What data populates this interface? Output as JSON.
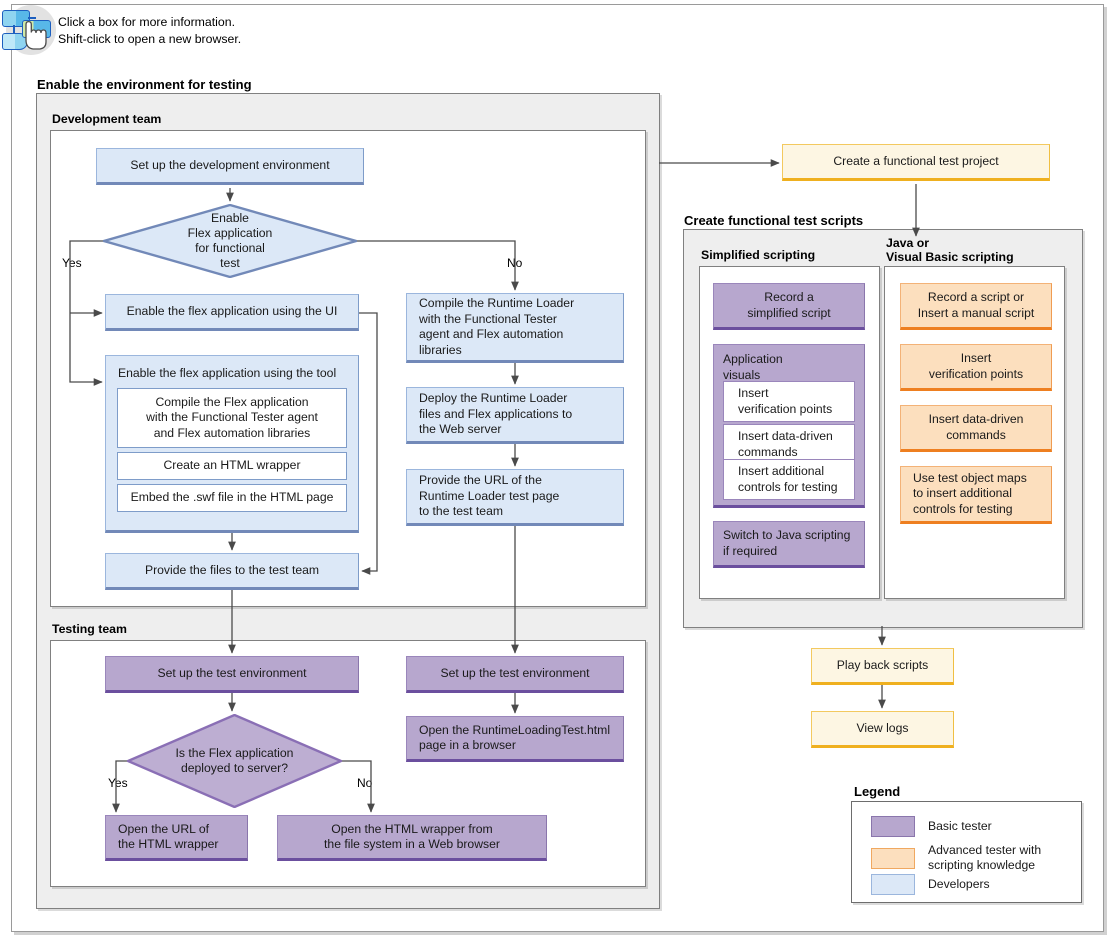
{
  "hint": {
    "icon": "flowchart-click-icon",
    "line1": "Click a box for more information.",
    "line2": "Shift-click to open a new browser."
  },
  "sections": {
    "enable_env": {
      "title": "Enable the environment for testing",
      "dev_team": {
        "title": "Development team"
      },
      "test_team": {
        "title": "Testing team"
      }
    },
    "create_scripts": {
      "title": "Create functional test scripts",
      "simplified": {
        "title": "Simplified scripting"
      },
      "java_vb": {
        "title_line1": "Java or",
        "title_line2": "Visual Basic scripting"
      }
    }
  },
  "nodes": {
    "setup_dev_env": "Set up the development environment",
    "decision_enable_flex": "Enable\nFlex application\nfor functional\ntest",
    "enable_ui": "Enable the flex application using the UI",
    "enable_tool": "Enable the flex application using the tool",
    "compile_flex": "Compile the Flex application\nwith the Functional Tester agent\nand Flex automation libraries",
    "create_wrapper": "Create an HTML wrapper",
    "embed_swf": "Embed the .swf file in the HTML page",
    "provide_files": "Provide the files to the test team",
    "compile_runtime_loader": "Compile the Runtime Loader\nwith the Functional Tester\nagent and Flex automation\nlibraries",
    "deploy_runtime_loader": "Deploy the Runtime Loader\nfiles and Flex applications to\nthe Web server",
    "provide_url": "Provide the URL of the\nRuntime Loader test page\nto the test team",
    "setup_test_env_left": "Set up the test environment",
    "setup_test_env_right": "Set up the test environment",
    "decision_deployed": "Is the Flex application\ndeployed to server?",
    "open_url_wrapper": "Open the URL of\nthe HTML wrapper",
    "open_wrapper_fs": "Open the HTML wrapper from\nthe file system in a Web browser",
    "open_runtime_html": "Open the RuntimeLoadingTest.html\npage in a browser",
    "create_project": "Create a functional test project",
    "record_simplified": "Record a\nsimplified script",
    "application_visuals": "Application\nvisuals",
    "insert_vp_simple": "Insert\nverification points",
    "insert_ddc_simple": "Insert data-driven\ncommands",
    "insert_controls_simple": "Insert additional\ncontrols for testing",
    "switch_java": "Switch to Java scripting\nif required",
    "record_or_manual": "Record a script or\nInsert a manual script",
    "insert_vp_java": "Insert\nverification points",
    "insert_ddc_java": "Insert data-driven\ncommands",
    "test_object_maps": "Use test object maps\nto insert additional\ncontrols for testing",
    "play_back": "Play back scripts",
    "view_logs": "View logs"
  },
  "branch_labels": {
    "enable_flex_yes": "Yes",
    "enable_flex_no": "No",
    "deployed_yes": "Yes",
    "deployed_no": "No"
  },
  "legend": {
    "title": "Legend",
    "items": [
      {
        "swatch": "purple",
        "label": "Basic tester"
      },
      {
        "swatch": "orange",
        "label": "Advanced tester with\nscripting knowledge"
      },
      {
        "swatch": "blue",
        "label": "Developers"
      }
    ]
  },
  "colors": {
    "developers_fill": "#dce8f7",
    "developers_border": "#7289b8",
    "basic_tester_fill": "#b7a7ce",
    "basic_tester_border": "#6b4f9e",
    "advanced_tester_fill": "#fcdfbe",
    "advanced_tester_border": "#ee7f20",
    "project_fill": "#fdf6e3",
    "project_border": "#efb01f",
    "panel_grey": "#eeeeee",
    "connector": "#4a4a4a"
  }
}
